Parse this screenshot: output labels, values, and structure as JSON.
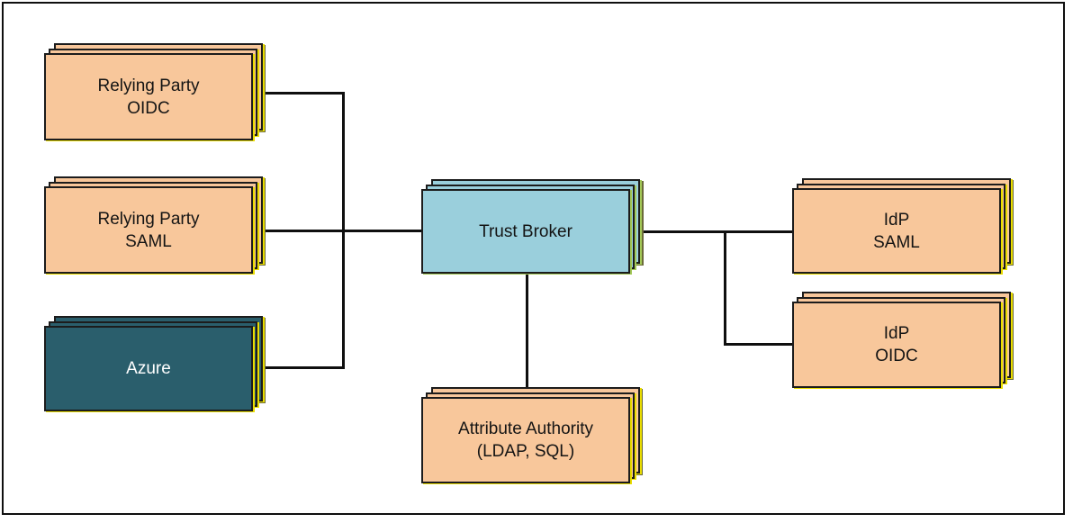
{
  "colors": {
    "peach": "#F8C79B",
    "teal": "#2A5E6C",
    "light_blue": "#9ACFDC",
    "stack_yellow": "#E9DC00",
    "stack_green": "#A3C857",
    "line": "#0F0F0F"
  },
  "nodes": {
    "rp_oidc": {
      "line1": "Relying Party",
      "line2": "OIDC"
    },
    "rp_saml": {
      "line1": "Relying Party",
      "line2": "SAML"
    },
    "azure": {
      "line1": "Azure"
    },
    "trust_broker": {
      "line1": "Trust Broker"
    },
    "attribute_authority": {
      "line1": "Attribute Authority",
      "line2": "(LDAP, SQL)"
    },
    "idp_saml": {
      "line1": "IdP",
      "line2": "SAML"
    },
    "idp_oidc": {
      "line1": "IdP",
      "line2": "OIDC"
    }
  },
  "edges": [
    {
      "from": "rp_oidc",
      "to": "trust_broker"
    },
    {
      "from": "rp_saml",
      "to": "trust_broker"
    },
    {
      "from": "azure",
      "to": "trust_broker"
    },
    {
      "from": "trust_broker",
      "to": "idp_saml"
    },
    {
      "from": "trust_broker",
      "to": "idp_oidc"
    },
    {
      "from": "trust_broker",
      "to": "attribute_authority"
    }
  ]
}
